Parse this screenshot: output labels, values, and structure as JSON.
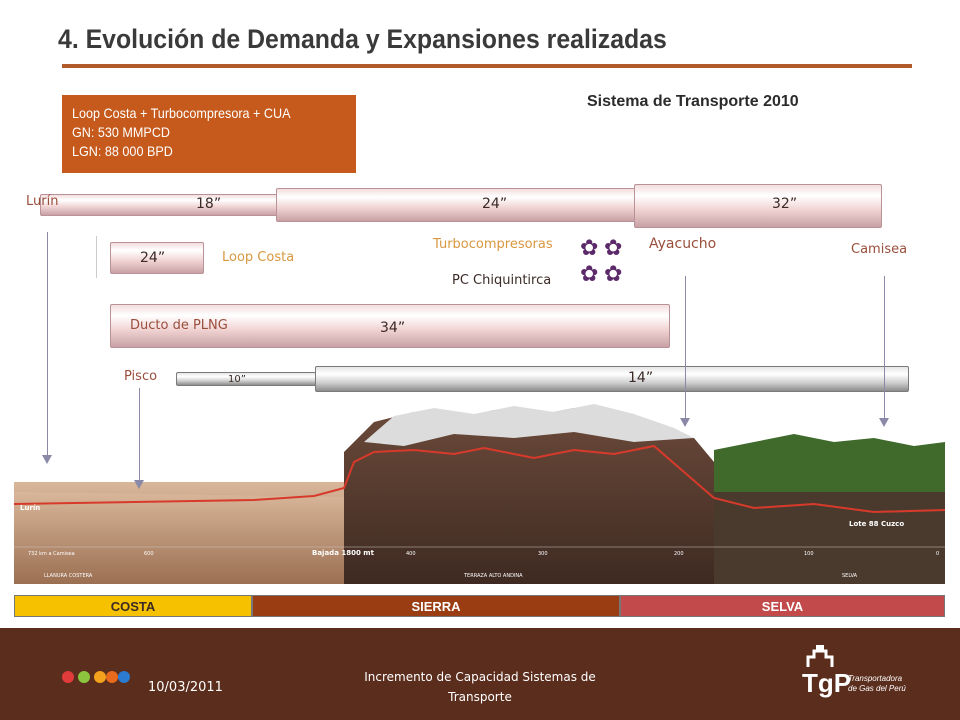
{
  "header": {
    "title": "4. Evolución de Demanda y Expansiones realizadas",
    "subtitle": "Sistema de Transporte 2010"
  },
  "infobox": {
    "lines": [
      "Loop Costa + Turbocompresora + CUA",
      "GN: 530 MMPCD",
      "LGN: 88 000 BPD"
    ]
  },
  "pipes": {
    "main": {
      "start_label": "Lurín",
      "segments": [
        "18”",
        "24”",
        "32”"
      ]
    },
    "loop": {
      "diameter": "24”",
      "label": "Loop Costa"
    },
    "plng": {
      "label": "Ducto de PLNG",
      "diameter": "34”"
    },
    "ngl": {
      "start_label": "Pisco",
      "segments": [
        "10”",
        "14”"
      ]
    }
  },
  "stations": {
    "turbo_label": "Turbocompresoras",
    "pc_label": "PC Chiquintirca",
    "ayacucho": "Ayacucho",
    "camisea": "Camisea"
  },
  "landscape": {
    "left_label": "Lurín",
    "right_label": "Lote 88 Cuzco",
    "scale": [
      "732 km a Camisea",
      "600",
      "Bajada 1800 mt",
      "400",
      "300",
      "200",
      "100",
      "0"
    ],
    "zones": [
      "LLANURA COSTERA",
      "TERRAZA ALTO ANDINA",
      "SELVA"
    ]
  },
  "regions": [
    {
      "name": "COSTA",
      "color": "#f6c200"
    },
    {
      "name": "SIERRA",
      "color": "#9a3d12"
    },
    {
      "name": "SELVA",
      "color": "#c24a4a"
    }
  ],
  "footer": {
    "date": "10/03/2011",
    "center": [
      "Incremento de Capacidad Sistemas de",
      "Transporte"
    ],
    "logo_main": "TgP",
    "logo_sub": [
      "Transportadora",
      "de Gas del Perú"
    ],
    "dot_colors": [
      "#e23b3b",
      "#8cc63f",
      "#f2a21c",
      "#e86a1c",
      "#2b7bd1"
    ]
  },
  "colors": {
    "accent": "#b25a2b",
    "infobox": "#c55a1c",
    "footer_bg": "#5b2d1d",
    "gear": "#5c2a6a"
  }
}
